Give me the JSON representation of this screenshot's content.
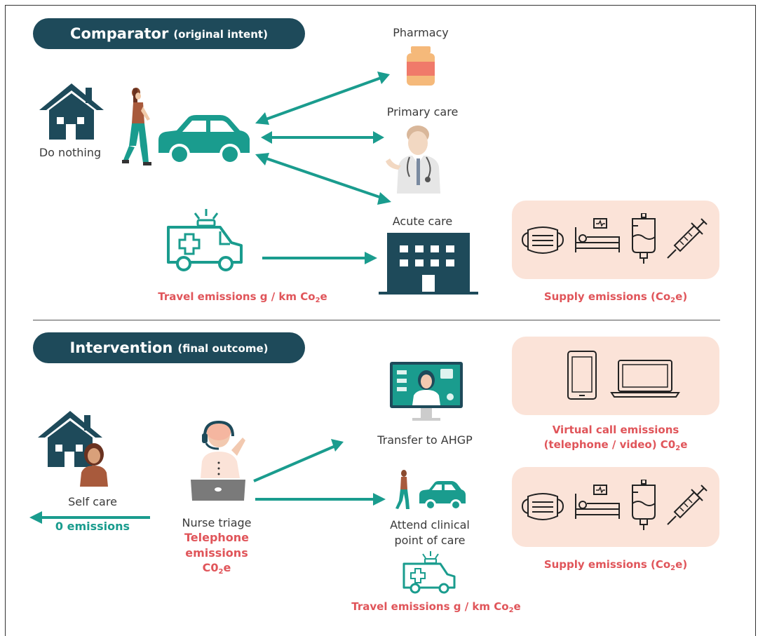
{
  "colors": {
    "teal": "#1a9c8e",
    "navy": "#1e4a5a",
    "red": "#e0555a",
    "peach": "#fbe3d8"
  },
  "comparator": {
    "title": "Comparator",
    "subtitle": "(original intent)",
    "do_nothing": "Do nothing",
    "pharmacy": "Pharmacy",
    "primary_care": "Primary care",
    "acute_care": "Acute care",
    "travel_emissions": "Travel emissions g / km Co",
    "travel_sub": "2",
    "travel_suffix": "e",
    "supply_emissions": "Supply emissions (Co",
    "supply_sub": "2",
    "supply_suffix": "e)"
  },
  "intervention": {
    "title": "Intervention",
    "subtitle": "(final outcome)",
    "self_care": "Self care",
    "zero_emissions": "0 emissions",
    "nurse_triage": "Nurse triage",
    "tel_line1": "Telephone",
    "tel_line2": "emissions",
    "tel_line3": "C0",
    "tel_sub": "2",
    "tel_suffix": "e",
    "transfer": "Transfer to AHGP",
    "attend_line1": "Attend clinical",
    "attend_line2": "point of care",
    "virtual_line1": "Virtual call emissions",
    "virtual_line2": "(telephone / video) C0",
    "virtual_sub": "2",
    "virtual_suffix": "e",
    "supply_emissions": "Supply emissions (Co",
    "supply_sub": "2",
    "supply_suffix": "e)",
    "travel_emissions": "Travel emissions g / km Co",
    "travel_sub": "2",
    "travel_suffix": "e"
  }
}
